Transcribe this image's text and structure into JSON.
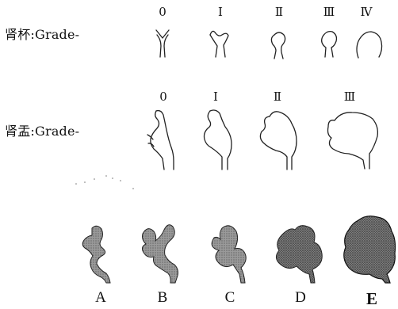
{
  "calyx": {
    "label": "肾杯:Grade-",
    "grades": [
      "0",
      "Ⅰ",
      "Ⅱ",
      "Ⅲ",
      "Ⅳ"
    ]
  },
  "pelvis": {
    "label": "肾盂:Grade-",
    "grades": [
      "0",
      "Ⅰ",
      "Ⅱ",
      "Ⅲ"
    ]
  },
  "stages": {
    "letters": [
      "A",
      "B",
      "C",
      "D",
      "E"
    ]
  },
  "colors": {
    "ink": "#222222",
    "fill_light": "#8c8c8c",
    "fill_mid": "#6e6e6e",
    "fill_dark": "#555555"
  }
}
